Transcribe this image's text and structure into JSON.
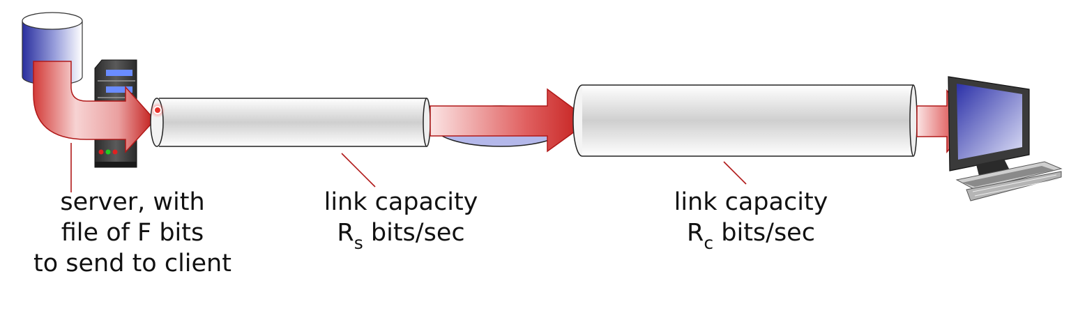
{
  "labels": {
    "server": {
      "line1": "server, with",
      "line2": "file of F bits",
      "line3": "to send to client"
    },
    "link_s": {
      "line1": "link capacity",
      "symbol": "R",
      "subscript": "s",
      "unit": " bits/sec"
    },
    "link_c": {
      "line1": "link capacity",
      "symbol": "R",
      "subscript": "c",
      "unit": " bits/sec"
    }
  },
  "icons": {
    "database": "database-icon",
    "server": "server-tower-icon",
    "client": "desktop-computer-icon"
  },
  "colors": {
    "arrow_red": "#c8201c",
    "pipe_gray": "#d9d9d9",
    "lens_blue": "#aeb3e6",
    "leader_red": "#b01818"
  }
}
